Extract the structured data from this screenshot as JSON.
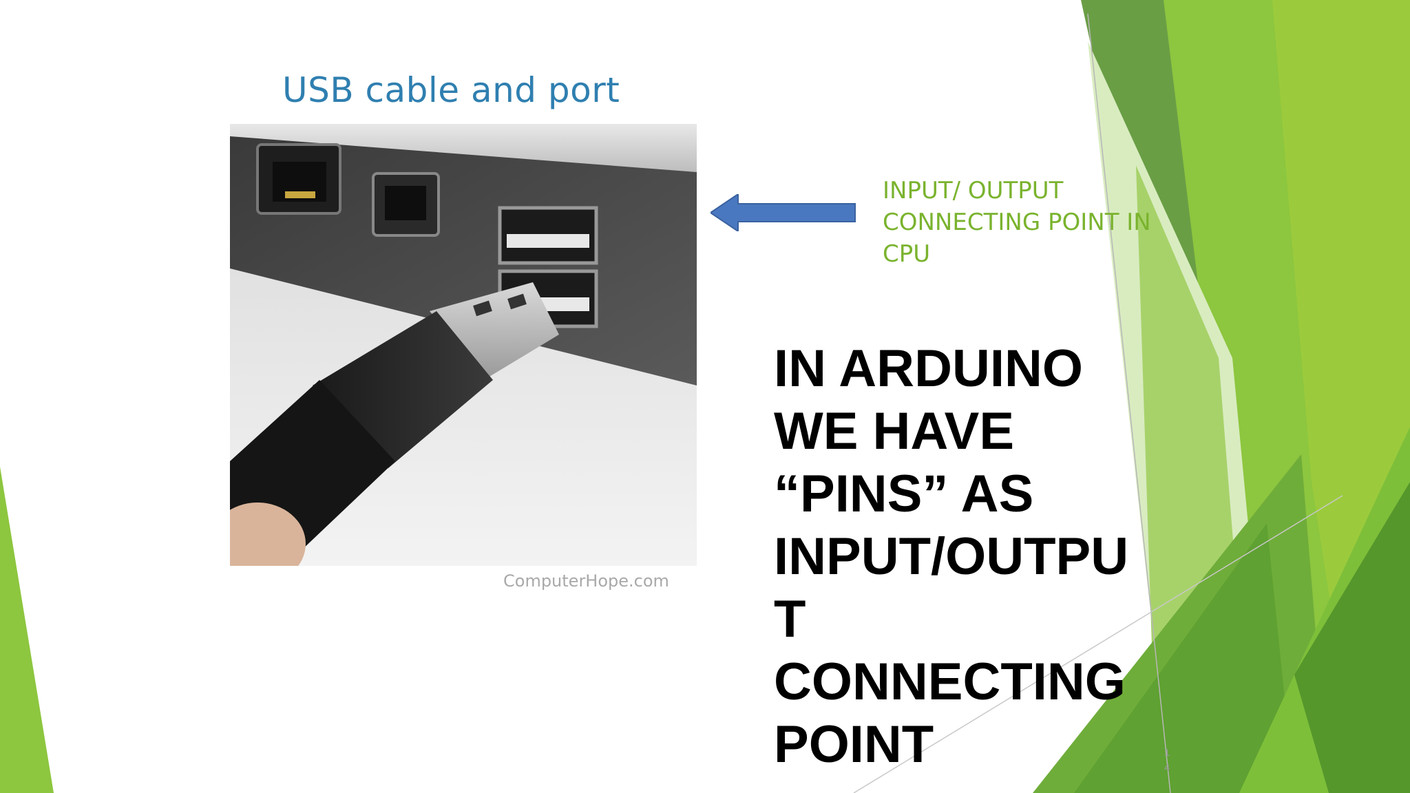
{
  "slide": {
    "photo_title": "USB cable and port",
    "photo_credit": "ComputerHope.com",
    "caption_lines": [
      "INPUT/ OUTPUT",
      "CONNECTING POINT IN",
      "CPU"
    ],
    "main_lines": [
      "IN ARDUINO",
      "WE HAVE",
      "“PINS” AS",
      "INPUT/OUTPU",
      "T",
      "CONNECTING",
      "POINT"
    ],
    "slide_number_digits": [
      "1",
      "4"
    ]
  },
  "colors": {
    "title_blue": "#2f7fb0",
    "caption_green": "#7ab32e",
    "accent_green": "#8dc63f",
    "dark_green": "#5e9e2f",
    "arrow_blue": "#4a78c0"
  },
  "icons": [
    "left-arrow-icon",
    "ethernet-port-icon",
    "modem-port-icon",
    "usb-port-icon",
    "usb-plug-icon"
  ]
}
